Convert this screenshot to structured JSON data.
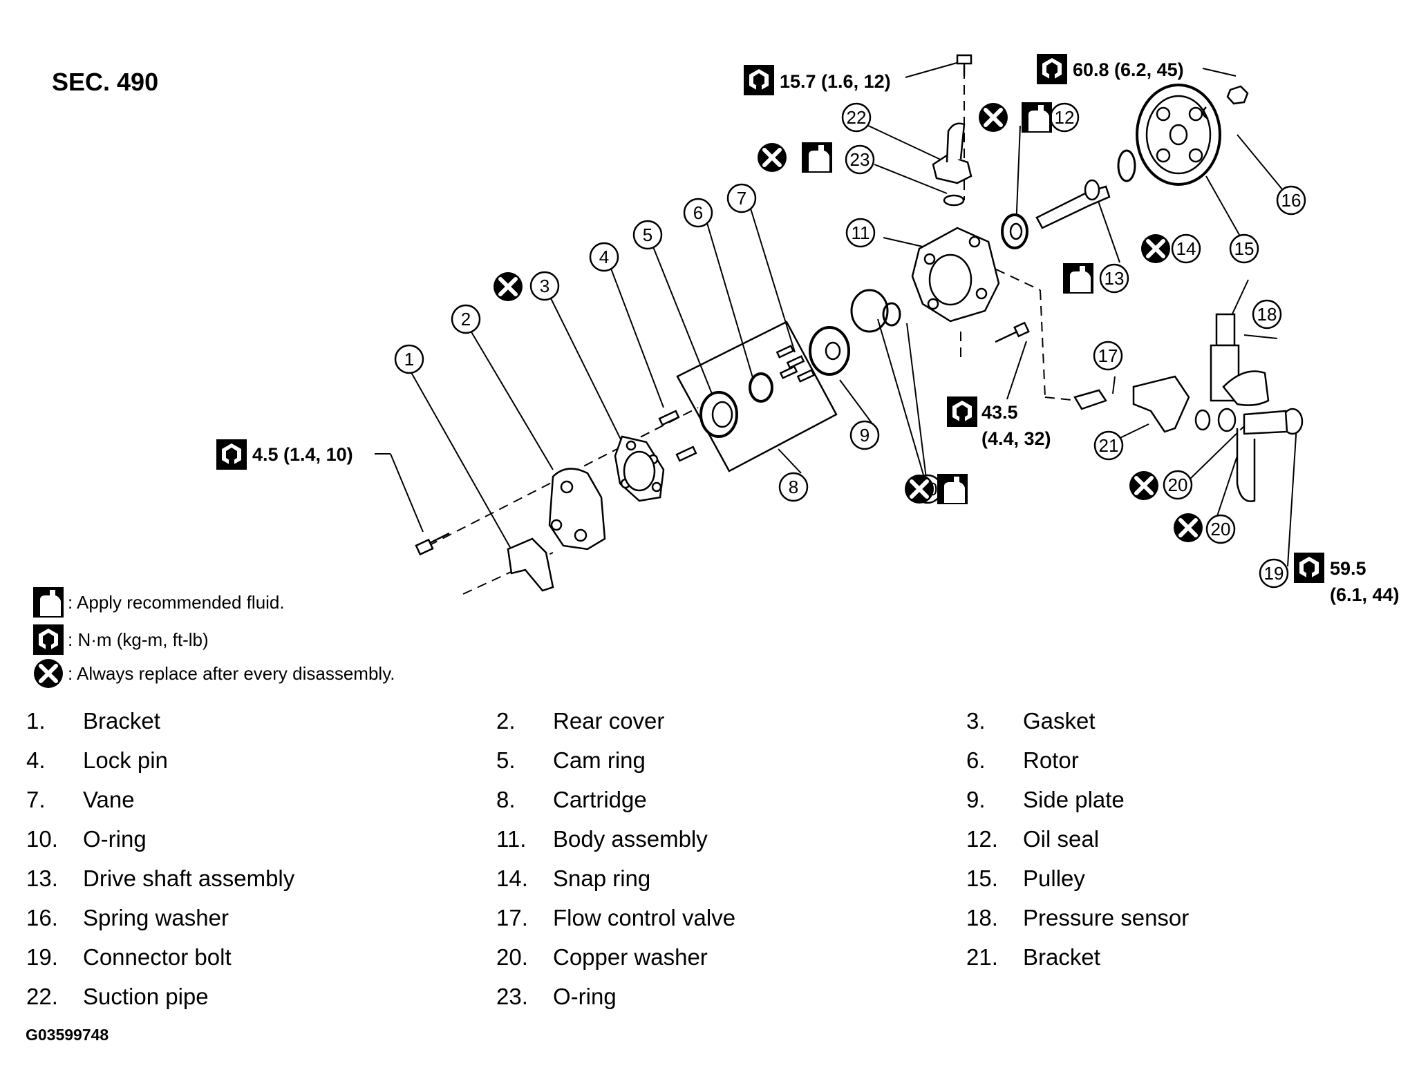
{
  "section": "SEC. 490",
  "figure_id": "G03599748",
  "callouts": [
    {
      "n": "1"
    },
    {
      "n": "2"
    },
    {
      "n": "3"
    },
    {
      "n": "4"
    },
    {
      "n": "5"
    },
    {
      "n": "6"
    },
    {
      "n": "7"
    },
    {
      "n": "8"
    },
    {
      "n": "9"
    },
    {
      "n": "10"
    },
    {
      "n": "11"
    },
    {
      "n": "12"
    },
    {
      "n": "13"
    },
    {
      "n": "14"
    },
    {
      "n": "15"
    },
    {
      "n": "16"
    },
    {
      "n": "17"
    },
    {
      "n": "18"
    },
    {
      "n": "19"
    },
    {
      "n": "20"
    },
    {
      "n": "20"
    },
    {
      "n": "21"
    },
    {
      "n": "22"
    },
    {
      "n": "23"
    }
  ],
  "torques": [
    {
      "line1": "15.7 (1.6, 12)",
      "line2": ""
    },
    {
      "line1": "60.8 (6.2, 45)",
      "line2": ""
    },
    {
      "line1": "4.5 (1.4, 10)",
      "line2": ""
    },
    {
      "line1": "43.5",
      "line2": "(4.4, 32)"
    },
    {
      "line1": "59.5",
      "line2": "(6.1, 44)"
    }
  ],
  "legend": [
    {
      "icon": "fluid-icon",
      "text": ": Apply recommended fluid."
    },
    {
      "icon": "torque-icon",
      "text": ": N·m (kg-m, ft-lb)"
    },
    {
      "icon": "replace-icon",
      "text": ": Always replace after every disassembly."
    }
  ],
  "parts": [
    {
      "num": "1.",
      "name": "Bracket"
    },
    {
      "num": "2.",
      "name": "Rear cover"
    },
    {
      "num": "3.",
      "name": "Gasket"
    },
    {
      "num": "4.",
      "name": "Lock pin"
    },
    {
      "num": "5.",
      "name": "Cam ring"
    },
    {
      "num": "6.",
      "name": "Rotor"
    },
    {
      "num": "7.",
      "name": "Vane"
    },
    {
      "num": "8.",
      "name": "Cartridge"
    },
    {
      "num": "9.",
      "name": "Side plate"
    },
    {
      "num": "10.",
      "name": "O-ring"
    },
    {
      "num": "11.",
      "name": "Body assembly"
    },
    {
      "num": "12.",
      "name": "Oil seal"
    },
    {
      "num": "13.",
      "name": "Drive shaft assembly"
    },
    {
      "num": "14.",
      "name": "Snap ring"
    },
    {
      "num": "15.",
      "name": "Pulley"
    },
    {
      "num": "16.",
      "name": "Spring washer"
    },
    {
      "num": "17.",
      "name": "Flow control valve"
    },
    {
      "num": "18.",
      "name": "Pressure sensor"
    },
    {
      "num": "19.",
      "name": "Connector bolt"
    },
    {
      "num": "20.",
      "name": "Copper washer"
    },
    {
      "num": "21.",
      "name": "Bracket"
    },
    {
      "num": "22.",
      "name": "Suction pipe"
    },
    {
      "num": "23.",
      "name": "O-ring"
    }
  ]
}
